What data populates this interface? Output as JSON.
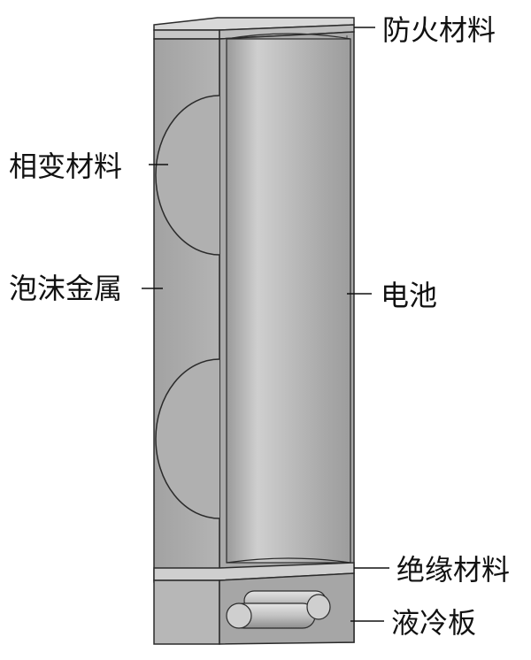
{
  "labels": {
    "fireproof": "防火材料",
    "pcm": "相变材料",
    "foam": "泡沫金属",
    "battery": "电池",
    "insulation": "绝缘材料",
    "coldplate": "液冷板"
  },
  "colors": {
    "outline": "#2b2b2b",
    "housing_front": "#b8b8b8",
    "housing_side": "#9c9c9c",
    "housing_top": "#d6d6d6",
    "battery_light": "#e6e6e6",
    "battery_dark": "#8f8f8f",
    "pipe": "#c4c4c4",
    "background": "#ffffff"
  }
}
